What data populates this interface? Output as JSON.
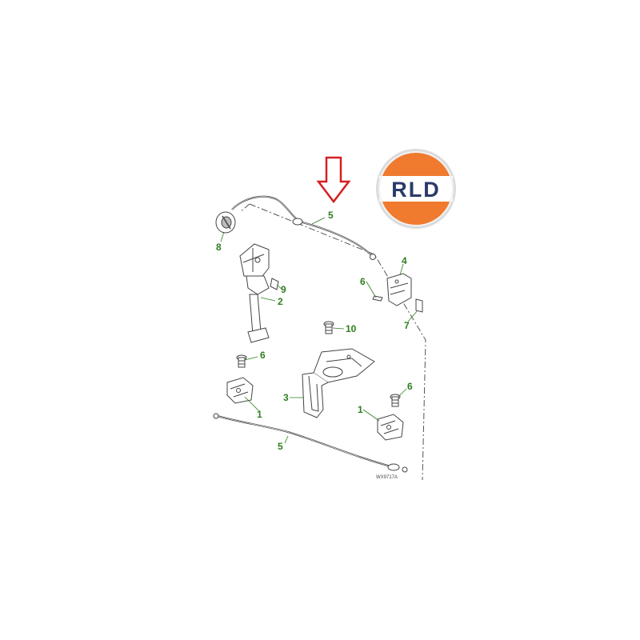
{
  "colors": {
    "callout": "#2e7d1e",
    "line": "#444444",
    "arrow": "#d42020",
    "logo_orange": "#f07a2e",
    "logo_navy": "#2a3a6a",
    "logo_ring": "#dcdcdc"
  },
  "logo": {
    "text": "RLD"
  },
  "drawing_ref": "WX9717A",
  "callouts": {
    "c1a": "1",
    "c1b": "1",
    "c2": "2",
    "c3": "3",
    "c4": "4",
    "c5a": "5",
    "c5b": "5",
    "c6a": "6",
    "c6b": "6",
    "c6c": "6",
    "c7": "7",
    "c8": "8",
    "c9": "9",
    "c10": "10"
  }
}
